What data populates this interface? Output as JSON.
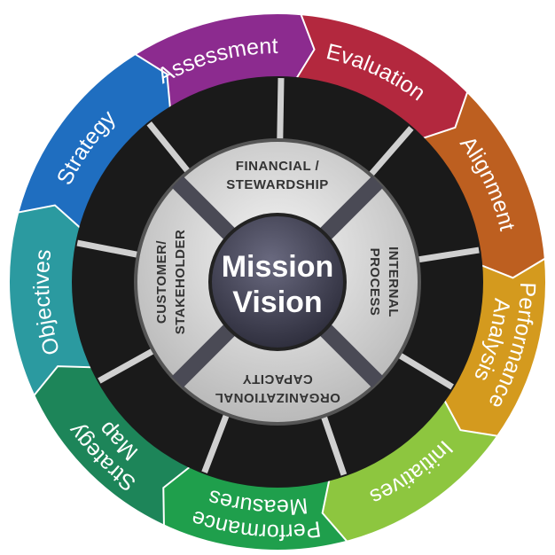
{
  "center": {
    "line1": "Mission",
    "line2": "Vision"
  },
  "quadrants": [
    {
      "lines": [
        "FINANCIAL /",
        "STEWARDSHIP"
      ],
      "rotation": 0
    },
    {
      "lines": [
        "INTERNAL",
        "PROCESS"
      ],
      "rotation": 90
    },
    {
      "lines": [
        "ORGANIZATIONAL",
        "CAPACITY"
      ],
      "rotation": 180
    },
    {
      "lines": [
        "CUSTOMER/",
        "STAKEHOLDER"
      ],
      "rotation": -90
    }
  ],
  "segments": [
    {
      "lines": [
        "Assessment"
      ],
      "color": "#8c2b8f"
    },
    {
      "lines": [
        "Evaluation"
      ],
      "color": "#b3283e"
    },
    {
      "lines": [
        "Alignment"
      ],
      "color": "#bd5f20"
    },
    {
      "lines": [
        "Performance",
        "Analysis"
      ],
      "color": "#d49a1e"
    },
    {
      "lines": [
        "Initiatives"
      ],
      "color": "#8dc63f"
    },
    {
      "lines": [
        "Performance",
        "Measures"
      ],
      "color": "#1f9f4c"
    },
    {
      "lines": [
        "Strategy",
        "Map"
      ],
      "color": "#1d8559"
    },
    {
      "lines": [
        "Objectives"
      ],
      "color": "#2b9aa0"
    },
    {
      "lines": [
        "Strategy"
      ],
      "color": "#1f6ec0"
    }
  ]
}
